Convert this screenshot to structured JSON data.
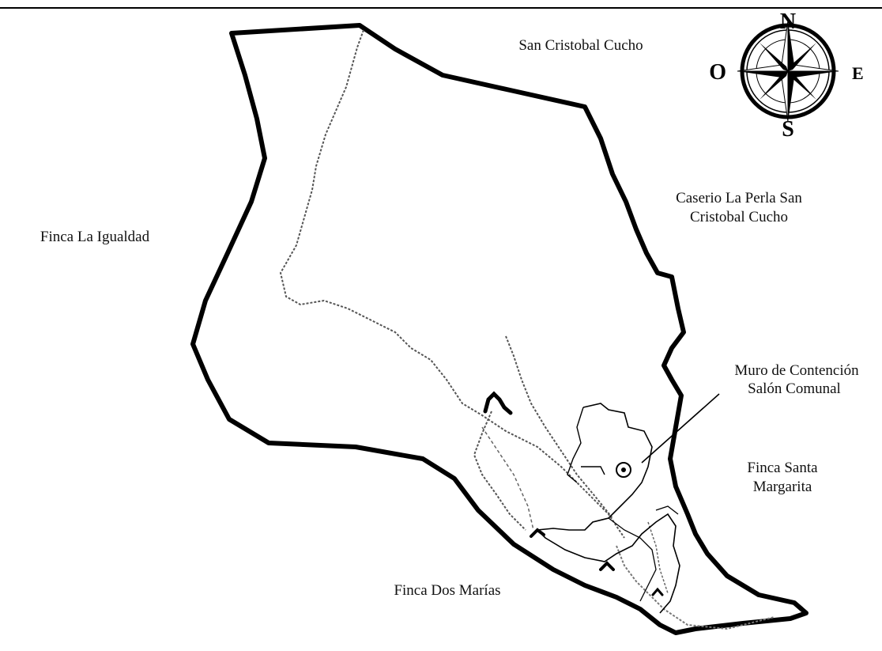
{
  "map": {
    "neighbors": {
      "north": "San Cristobal Cucho",
      "northeast_line1": "Caserio La Perla San",
      "northeast_line2": "Cristobal Cucho",
      "west": "Finca La Igualdad",
      "east_line1": "Finca Santa",
      "east_line2": "Margarita",
      "south": "Finca Dos Marías"
    },
    "landmark": {
      "line1": "Muro de Contención",
      "line2": "Salón Comunal"
    },
    "compass": {
      "north": "N",
      "south": "S",
      "east": "E",
      "west": "O"
    }
  }
}
